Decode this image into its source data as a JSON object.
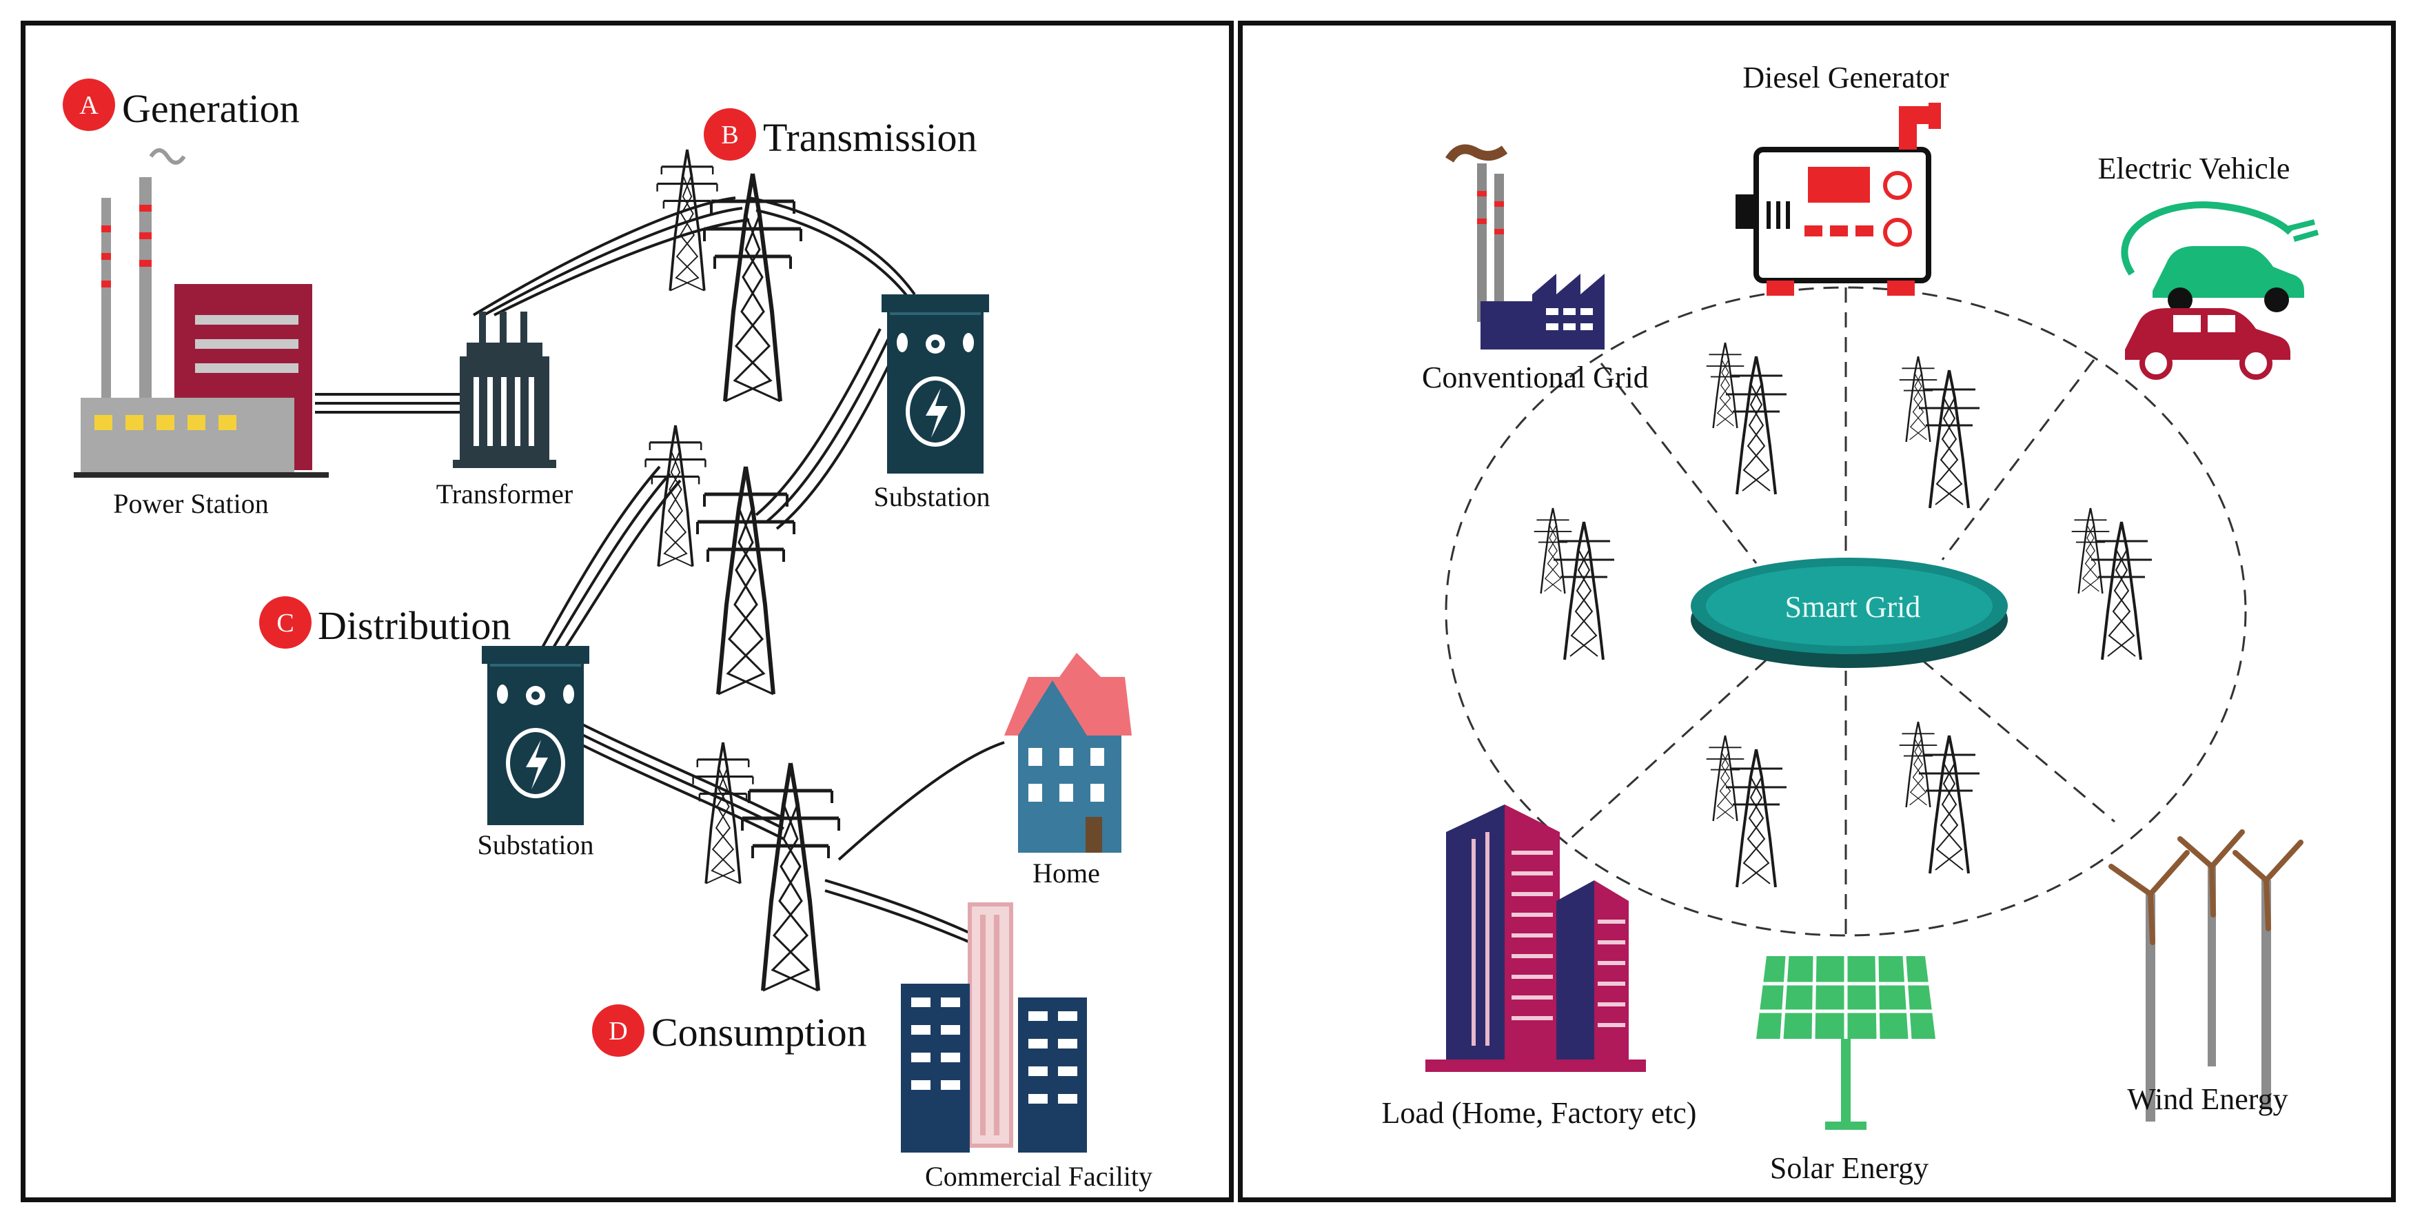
{
  "left_panel": {
    "stages": [
      {
        "badge": "A",
        "label": "Generation"
      },
      {
        "badge": "B",
        "label": "Transmission"
      },
      {
        "badge": "C",
        "label": "Distribution"
      },
      {
        "badge": "D",
        "label": "Consumption"
      }
    ],
    "captions": {
      "power_station": "Power Station",
      "transformer": "Transformer",
      "substation_top": "Substation",
      "substation_mid": "Substation",
      "home": "Home",
      "commercial": "Commercial Facility"
    }
  },
  "right_panel": {
    "center_label": "Smart Grid",
    "captions": {
      "diesel": "Diesel Generator",
      "electric_vehicle": "Electric Vehicle",
      "conventional": "Conventional Grid",
      "load": "Load (Home, Factory etc)",
      "solar": "Solar Energy",
      "wind": "Wind Energy"
    }
  },
  "colors": {
    "badge_red": "#e8262a",
    "factory_maroon": "#9b1c3a",
    "substation_navy": "#163c4a",
    "smart_grid_teal": "#138a84",
    "home_blue": "#3a7a9c",
    "roof_pink": "#f07078",
    "building_navy": "#1c3d63",
    "load_magenta": "#b0195a",
    "solar_green": "#3fbf6a",
    "ev_green": "#17b878"
  }
}
